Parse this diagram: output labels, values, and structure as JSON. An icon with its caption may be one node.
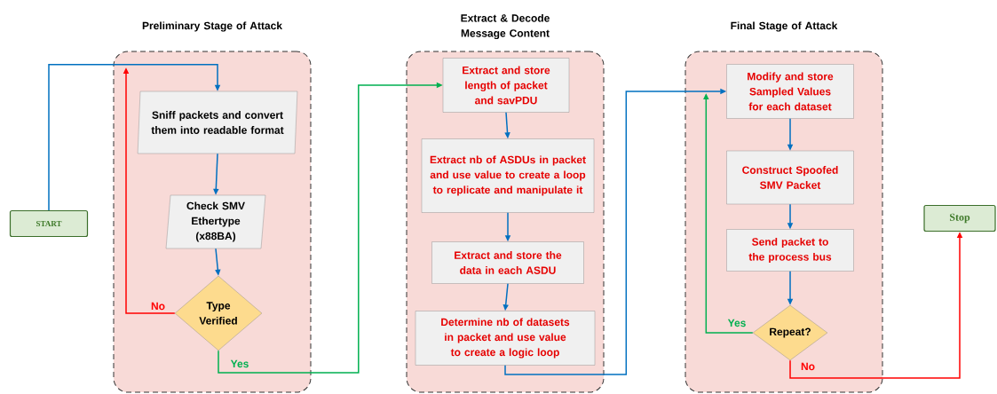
{
  "diagram": {
    "nodes": [
      {
        "text": [
          "Preliminary Stage of Attack"
        ]
      },
      {
        "text": [
          "Sniff packets and convert them into readable format"
        ],
        "in": 0
      },
      {
        "text": [
          "Check SMV Ethertype (x88BA)"
        ],
        "in": 0
      },
      {
        "text": [
          "Type Verified"
        ],
        "in": 0
      },
      {
        "text": [
          "Extract & Decode Message Content"
        ]
      },
      {
        "text": [
          "Extract and store length of packet and savPDU"
        ],
        "in": 4
      },
      {
        "text": [
          "Extract nb of ASDUs in packet and use value to create a loop to replicate and manipulate it"
        ],
        "in": 4
      },
      {
        "text": [
          "Extract and store the data in each ASDU"
        ],
        "in": 4
      },
      {
        "text": [
          "Determine nb of datasets in packet and use value to create a logic loop"
        ],
        "in": 4
      },
      {
        "text": [
          "Final Stage of Attack"
        ]
      },
      {
        "text": [
          "Modify and store Sampled Values for each dataset"
        ],
        "in": 9
      },
      {
        "text": [
          "Construct Spoofed SMV Packet"
        ],
        "in": 9
      },
      {
        "text": [
          "Send packet to the process bus"
        ],
        "in": 9
      },
      {
        "text": [
          "Repeat?"
        ],
        "in": 9
      },
      {
        "text": [
          "START"
        ]
      },
      {
        "text": [
          "Stop"
        ]
      }
    ],
    "edges": [
      {
        "from": 14,
        "to": 1,
        "arrow": "to"
      },
      {
        "from": 1,
        "to": 2,
        "arrow": "to"
      },
      {
        "from": 2,
        "to": 3,
        "arrow": "to"
      },
      {
        "from": 3,
        "to": 1,
        "arrow": "to",
        "label": "No",
        "color": "#ff0000"
      },
      {
        "from": 3,
        "to": 5,
        "arrow": "to",
        "label": "Yes",
        "color": "#00b050"
      },
      {
        "from": 5,
        "to": 6,
        "arrow": "to"
      },
      {
        "from": 6,
        "to": 7,
        "arrow": "to"
      },
      {
        "from": 7,
        "to": 8,
        "arrow": "to"
      },
      {
        "from": 8,
        "to": 10,
        "arrow": "to"
      },
      {
        "from": 10,
        "to": 11,
        "arrow": "to"
      },
      {
        "from": 11,
        "to": 12,
        "arrow": "to"
      },
      {
        "from": 12,
        "to": 13,
        "arrow": "to"
      },
      {
        "from": 13,
        "to": 10,
        "arrow": "to",
        "label": "Yes",
        "color": "#00b050"
      },
      {
        "from": 13,
        "to": 15,
        "arrow": "to",
        "label": "No",
        "color": "#ff0000"
      }
    ]
  }
}
